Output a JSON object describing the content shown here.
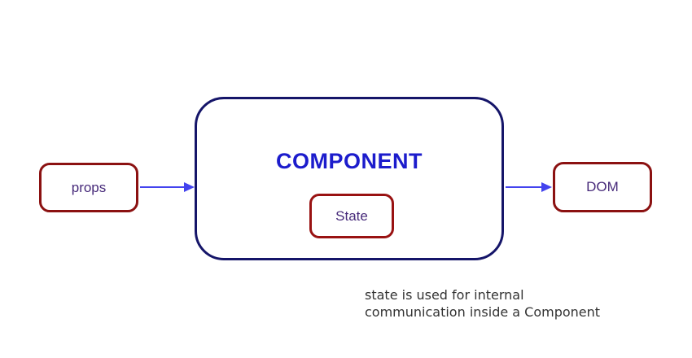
{
  "diagram": {
    "nodes": {
      "props": {
        "label": "props"
      },
      "component": {
        "label": "COMPONENT"
      },
      "state": {
        "label": "State"
      },
      "dom": {
        "label": "DOM"
      }
    },
    "arrows": [
      {
        "name": "props-to-component",
        "direction": "right"
      },
      {
        "name": "component-to-dom",
        "direction": "right"
      }
    ],
    "caption": {
      "line1": "state is used for internal",
      "line2": "communication inside a Component"
    },
    "colors": {
      "background": "#ffffff",
      "small_box_border": "#8b1111",
      "component_border": "#151569",
      "component_title_text": "#1c1ccc",
      "node_label_text": "#472a7a",
      "arrow": "#4343ee",
      "caption_text": "#333333"
    }
  }
}
